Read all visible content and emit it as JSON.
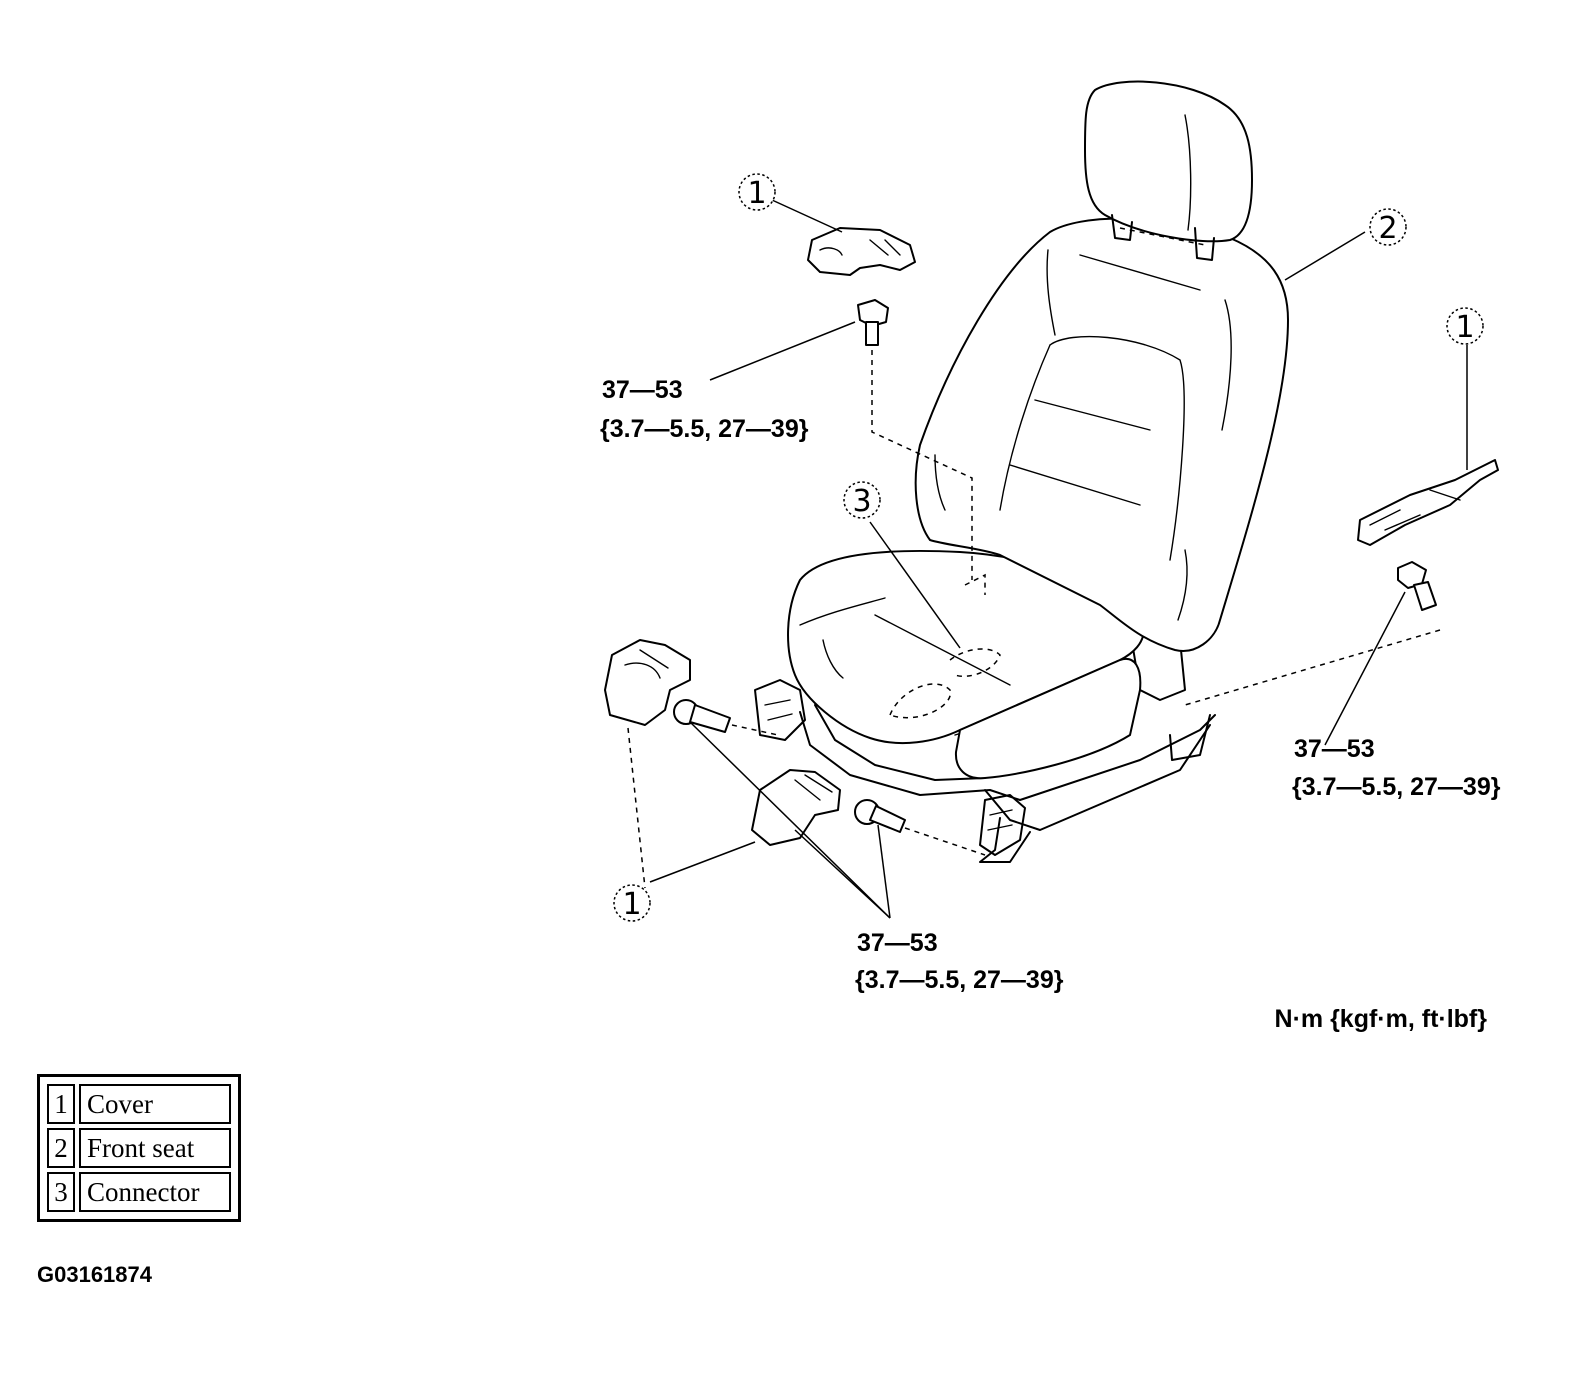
{
  "callouts": {
    "cover": "1",
    "front_seat": "2",
    "connector": "3"
  },
  "torque": {
    "range_nm": "37—53",
    "range_alt": "{3.7—5.5, 27—39}"
  },
  "units_label": "N·m {kgf·m, ft·lbf}",
  "legend": [
    {
      "num": "1",
      "label": "Cover"
    },
    {
      "num": "2",
      "label": "Front seat"
    },
    {
      "num": "3",
      "label": "Connector"
    }
  ],
  "figure_id": "G03161874"
}
